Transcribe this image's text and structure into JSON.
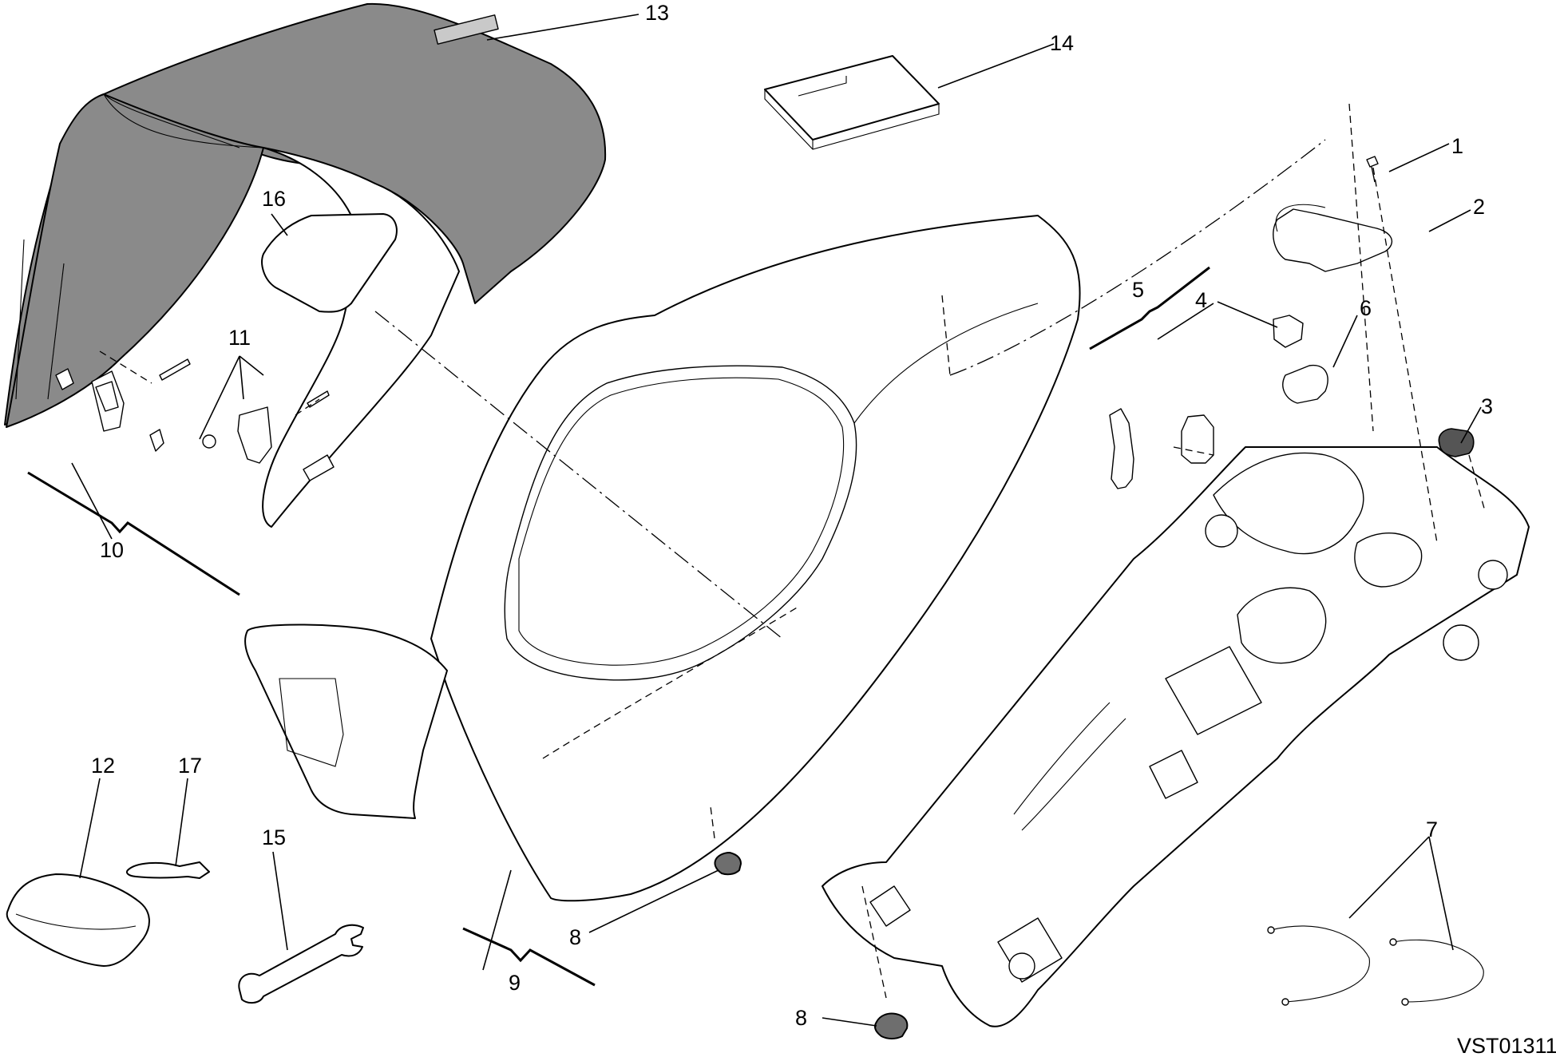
{
  "drawing_code": "VST01311",
  "labels": {
    "n1": "1",
    "n2": "2",
    "n3": "3",
    "n4": "4",
    "n5": "5",
    "n6": "6",
    "n7": "7",
    "n8a": "8",
    "n8b": "8",
    "n9": "9",
    "n10": "10",
    "n11": "11",
    "n12": "12",
    "n13": "13",
    "n14": "14",
    "n15": "15",
    "n16": "16",
    "n17": "17"
  },
  "colors": {
    "line": "#000000",
    "cover_fill": "#8a8a8a",
    "background": "#ffffff"
  }
}
